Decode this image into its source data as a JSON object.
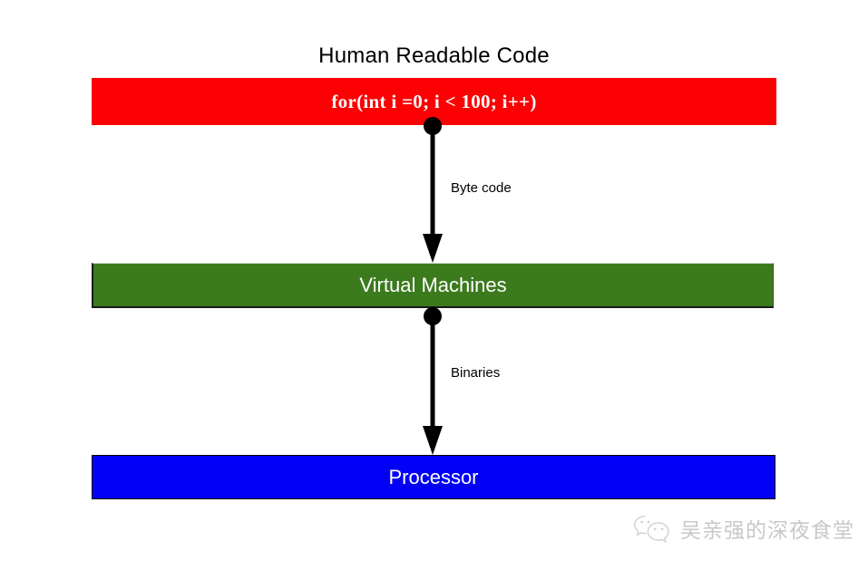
{
  "diagram": {
    "title": "Human Readable Code",
    "layers": [
      {
        "id": "code",
        "label": "for(int i =0; i < 100; i++)",
        "color": "#fb0103",
        "text_color": "#ffffff"
      },
      {
        "id": "vm",
        "label": "Virtual Machines",
        "color": "#3c7a1e",
        "text_color": "#ffffff"
      },
      {
        "id": "processor",
        "label": "Processor",
        "color": "#0300f7",
        "text_color": "#ffffff"
      }
    ],
    "edges": [
      {
        "id": "code-to-vm",
        "label": "Byte code",
        "from": "code",
        "to": "vm",
        "color": "#000000"
      },
      {
        "id": "vm-to-processor",
        "label": "Binaries",
        "from": "vm",
        "to": "processor",
        "color": "#000000"
      }
    ]
  },
  "watermark": {
    "icon": "wechat-icon",
    "text": "吴亲强的深夜食堂"
  }
}
